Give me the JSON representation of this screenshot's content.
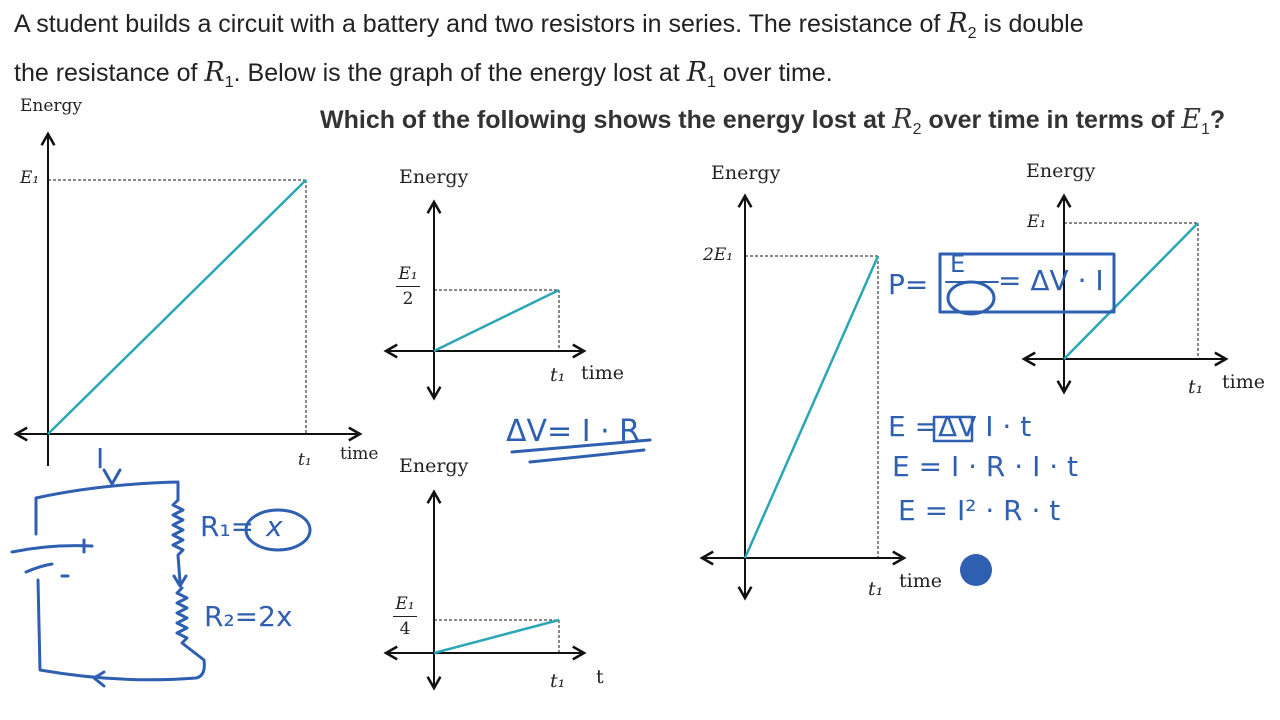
{
  "problem": {
    "line1_a": "A student builds a circuit with a battery and two resistors in series. The resistance of ",
    "line1_r": "R",
    "line1_sub": "2",
    "line1_b": " is double",
    "line2_a": "the resistance of ",
    "line2_r": "R",
    "line2_sub": "1",
    "line2_b": ". Below is the graph of the energy lost at ",
    "line2_r2": "R",
    "line2_sub2": "1",
    "line2_c": " over time."
  },
  "question": {
    "a": "Which of the following shows the energy lost at ",
    "r": "R",
    "r_sub": "2",
    "b": " over time in terms of ",
    "e": "E",
    "e_sub": "1",
    "c": "?"
  },
  "main_graph": {
    "ylabel": "Energy",
    "xlabel": "time",
    "y_tick": "E₁",
    "x_tick": "t₁"
  },
  "option_a": {
    "ylabel": "Energy",
    "y_num": "E₁",
    "y_den": "2",
    "x_tick": "t₁",
    "xlabel": "time"
  },
  "option_b": {
    "ylabel": "Energy",
    "y_num": "E₁",
    "y_den": "4",
    "x_tick": "t₁",
    "xlabel": "t"
  },
  "option_c": {
    "ylabel": "Energy",
    "y_tick": "2E₁",
    "x_tick": "t₁",
    "xlabel": "time"
  },
  "option_d": {
    "ylabel": "Energy",
    "y_tick": "E₁",
    "x_tick": "t₁",
    "xlabel": "time"
  },
  "handwriting": {
    "current": "I",
    "r1_eq": "R₁=",
    "r1_val": "x",
    "r2_eq": "R₂=2x",
    "ohm": "ΔV= I · R",
    "power_p": "P=",
    "power_e": "E",
    "power_rest": "= ΔV · I",
    "energy1": "E =ΔV I · t",
    "energy2": "E = I · R · I · t",
    "energy3": "E = I² · R · t"
  },
  "colors": {
    "line": "#2ba6b6",
    "ink": "#2f5fb0",
    "text": "#222222"
  }
}
